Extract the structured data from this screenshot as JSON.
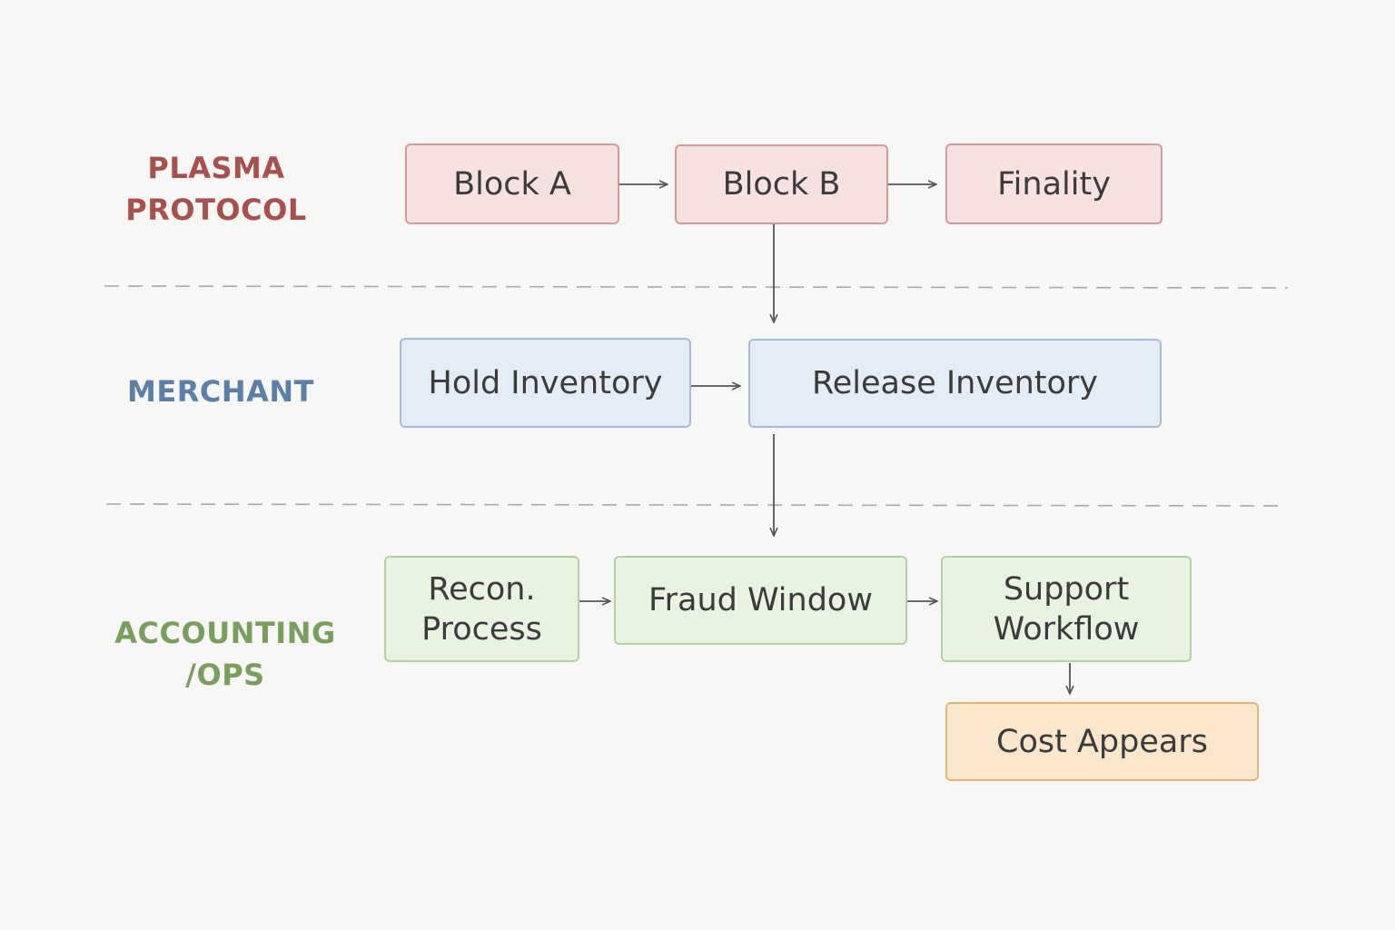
{
  "lanes": [
    {
      "id": "plasma",
      "lines": [
        "PLASMA",
        "PROTOCOL"
      ],
      "color": "#a9504c"
    },
    {
      "id": "merchant",
      "lines": [
        "MERCHANT"
      ],
      "color": "#5b7fa8"
    },
    {
      "id": "accounting",
      "lines": [
        "ACCOUNTING",
        "/OPS"
      ],
      "color": "#7a9e5c"
    }
  ],
  "nodes": {
    "block_a": {
      "lines": [
        "Block A"
      ]
    },
    "block_b": {
      "lines": [
        "Block B"
      ]
    },
    "finality": {
      "lines": [
        "Finality"
      ]
    },
    "hold_inventory": {
      "lines": [
        "Hold Inventory"
      ]
    },
    "release_inventory": {
      "lines": [
        "Release Inventory"
      ]
    },
    "recon_process": {
      "lines": [
        "Recon.",
        "Process"
      ]
    },
    "fraud_window": {
      "lines": [
        "Fraud Window"
      ]
    },
    "support_workflow": {
      "lines": [
        "Support",
        "Workflow"
      ]
    },
    "cost_appears": {
      "lines": [
        "Cost Appears"
      ]
    }
  },
  "edges": [
    {
      "from": "block_a",
      "to": "block_b"
    },
    {
      "from": "block_b",
      "to": "finality"
    },
    {
      "from": "block_b",
      "to": "release_inventory"
    },
    {
      "from": "hold_inventory",
      "to": "release_inventory"
    },
    {
      "from": "release_inventory",
      "to": "fraud_window"
    },
    {
      "from": "recon_process",
      "to": "fraud_window"
    },
    {
      "from": "fraud_window",
      "to": "support_workflow"
    },
    {
      "from": "support_workflow",
      "to": "cost_appears"
    }
  ]
}
